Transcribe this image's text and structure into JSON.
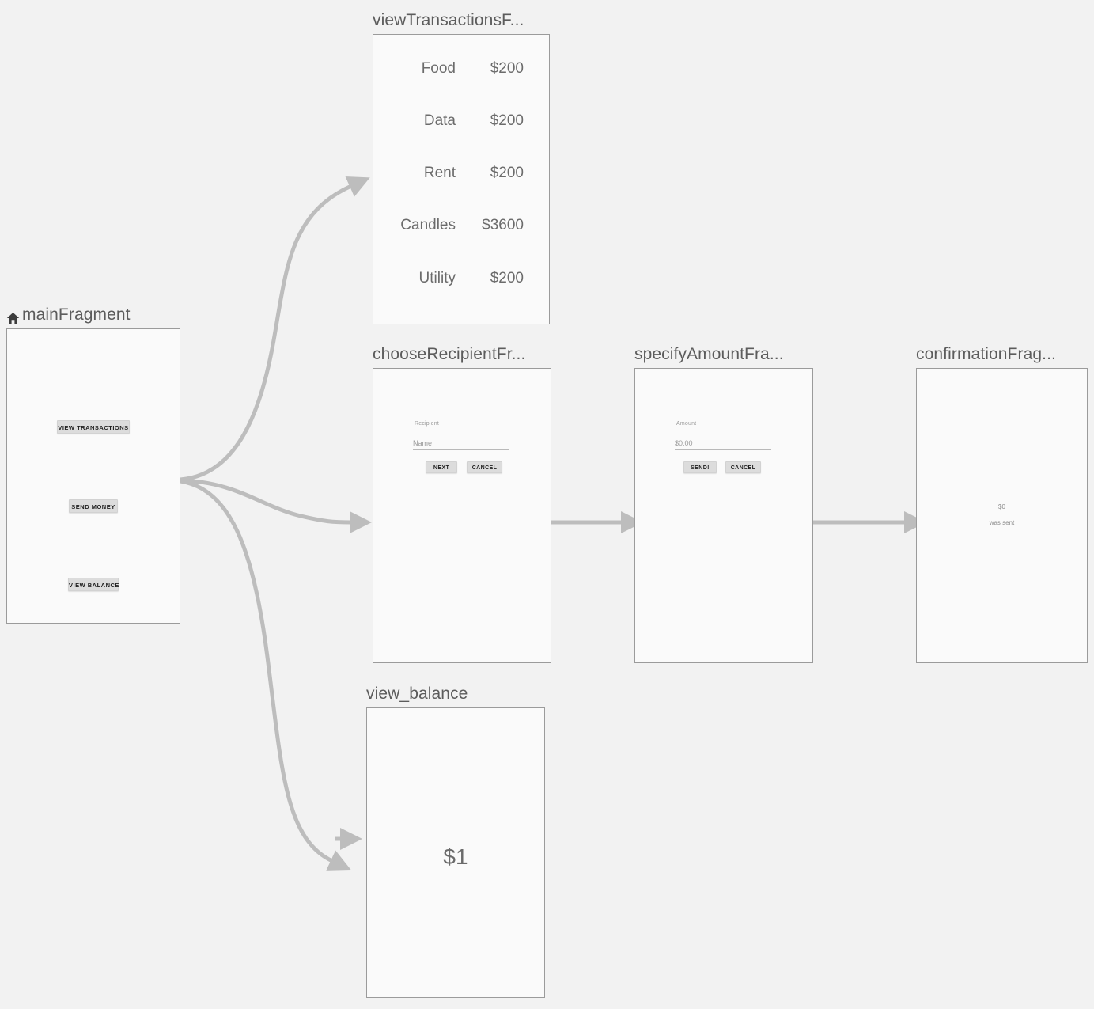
{
  "editor": {
    "background_color": "#f2f2f2",
    "frame_fill": "#fafafa",
    "frame_border": "#9b9b9b",
    "edge_color": "#bdbdbd",
    "title_color": "#5c5c5c"
  },
  "nodes": {
    "main": {
      "title": "mainFragment",
      "is_start_destination": true,
      "start_icon": "home-icon",
      "buttons": [
        {
          "label": "VIEW TRANSACTIONS"
        },
        {
          "label": "SEND MONEY"
        },
        {
          "label": "VIEW BALANCE"
        }
      ]
    },
    "view_transactions": {
      "title": "viewTransactionsF...",
      "transactions": [
        {
          "name": "Food",
          "amount": "$200"
        },
        {
          "name": "Data",
          "amount": "$200"
        },
        {
          "name": "Rent",
          "amount": "$200"
        },
        {
          "name": "Candles",
          "amount": "$3600"
        },
        {
          "name": "Utility",
          "amount": "$200"
        }
      ]
    },
    "choose_recipient": {
      "title": "chooseRecipientFr...",
      "field_label": "Recipient",
      "field_placeholder": "Name",
      "primary_button": "NEXT",
      "secondary_button": "CANCEL"
    },
    "specify_amount": {
      "title": "specifyAmountFra...",
      "field_label": "Amount",
      "field_placeholder": "$0.00",
      "primary_button": "SEND!",
      "secondary_button": "CANCEL"
    },
    "confirmation": {
      "title": "confirmationFrag...",
      "amount": "$0",
      "subtitle": "was sent"
    },
    "view_balance": {
      "title": "view_balance",
      "amount": "$1"
    }
  },
  "edges": [
    {
      "name": "main-to-view-transactions",
      "from": "main",
      "to": "view_transactions"
    },
    {
      "name": "main-to-choose-recipient",
      "from": "main",
      "to": "choose_recipient"
    },
    {
      "name": "main-to-view-balance",
      "from": "main",
      "to": "view_balance"
    },
    {
      "name": "choose-recipient-to-specify-amount",
      "from": "choose_recipient",
      "to": "specify_amount"
    },
    {
      "name": "specify-amount-to-confirmation",
      "from": "specify_amount",
      "to": "confirmation"
    },
    {
      "name": "stub-to-view-balance",
      "from": "main",
      "to": "view_balance"
    }
  ]
}
